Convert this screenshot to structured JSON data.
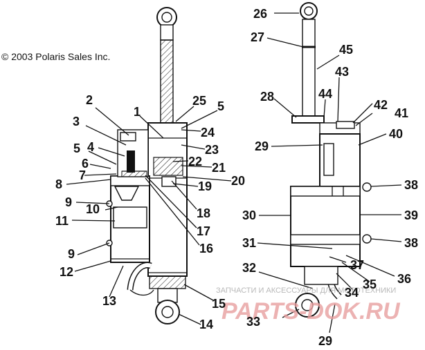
{
  "copyright": "© 2003 Polaris Sales Inc.",
  "watermark": {
    "text": "ЗАПЧАСТИ И АКСЕССУАРЫ ДЛЯ МОТОТЕХНИКИ",
    "logo": "PARTS-DOK.RU"
  },
  "callouts": {
    "c1": "1",
    "c2": "2",
    "c3": "3",
    "c4": "4",
    "c5a": "5",
    "c5b": "5",
    "c6": "6",
    "c7": "7",
    "c8": "8",
    "c9a": "9",
    "c9b": "9",
    "c10": "10",
    "c11": "11",
    "c12": "12",
    "c13": "13",
    "c14": "14",
    "c15": "15",
    "c16": "16",
    "c17": "17",
    "c18": "18",
    "c19": "19",
    "c20": "20",
    "c21": "21",
    "c22": "22",
    "c23": "23",
    "c24": "24",
    "c25": "25",
    "c26": "26",
    "c27": "27",
    "c28": "28",
    "c29a": "29",
    "c29b": "29",
    "c30": "30",
    "c31": "31",
    "c32": "32",
    "c33": "33",
    "c34": "34",
    "c35": "35",
    "c36": "36",
    "c37": "37",
    "c38a": "38",
    "c38b": "38",
    "c39": "39",
    "c40": "40",
    "c41": "41",
    "c42": "42",
    "c43": "43",
    "c44": "44",
    "c45": "45"
  }
}
